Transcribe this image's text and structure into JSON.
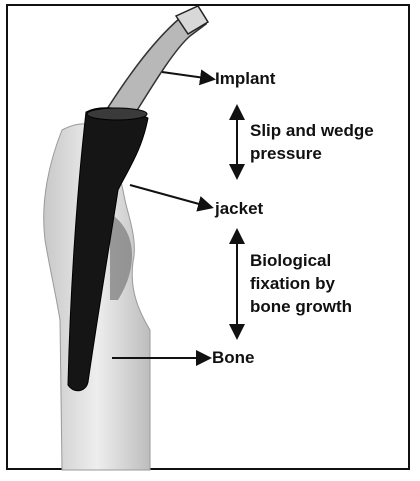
{
  "labels": {
    "implant": "Implant",
    "slip_line1": "Slip and wedge",
    "slip_line2": "pressure",
    "jacket": "jacket",
    "bio_line1": "Biological",
    "bio_line2": "fixation by",
    "bio_line3": "bone growth",
    "bone": "Bone"
  },
  "colors": {
    "border": "#111111",
    "implant_fill": "#b8b8b8",
    "jacket_fill": "#151515",
    "bone_fill": "#d6d6d6",
    "arrow": "#111111"
  }
}
